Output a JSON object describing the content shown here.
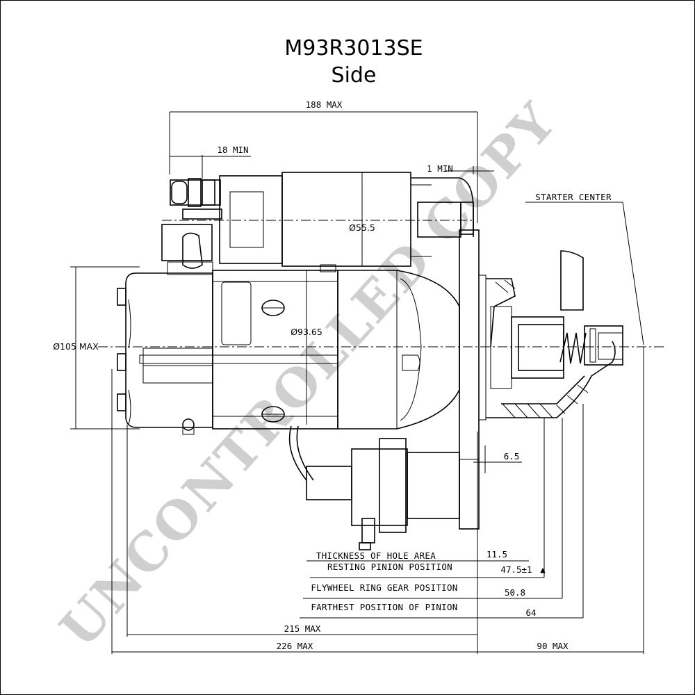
{
  "title": "M93R3013SE",
  "subtitle": "Side",
  "watermark": "UNCONTROLLED COPY",
  "dimensions": {
    "overall_188": "188 MAX",
    "terminal_18": "18 MIN",
    "gap_1": "1 MIN",
    "solenoid_dia": "Ø55.5",
    "body_dia": "Ø93.65",
    "max_dia": "Ø105 MAX",
    "flange_6_5": "6.5",
    "hole_11_5": "11.5",
    "resting_47_5": "47.5±1",
    "ring_gear_50_8": "50.8",
    "farthest_64": "64",
    "length_215": "215 MAX",
    "length_226": "226 MAX",
    "front_90": "90 MAX"
  },
  "labels": {
    "starter_center": "STARTER CENTER",
    "thickness": "THICKNESS OF HOLE AREA",
    "resting": "RESTING PINION POSITION",
    "flywheel": "FLYWHEEL RING GEAR POSITION",
    "farthest": "FARTHEST POSITION OF  PINION"
  },
  "symbols": {
    "resting_flag": "▲"
  }
}
